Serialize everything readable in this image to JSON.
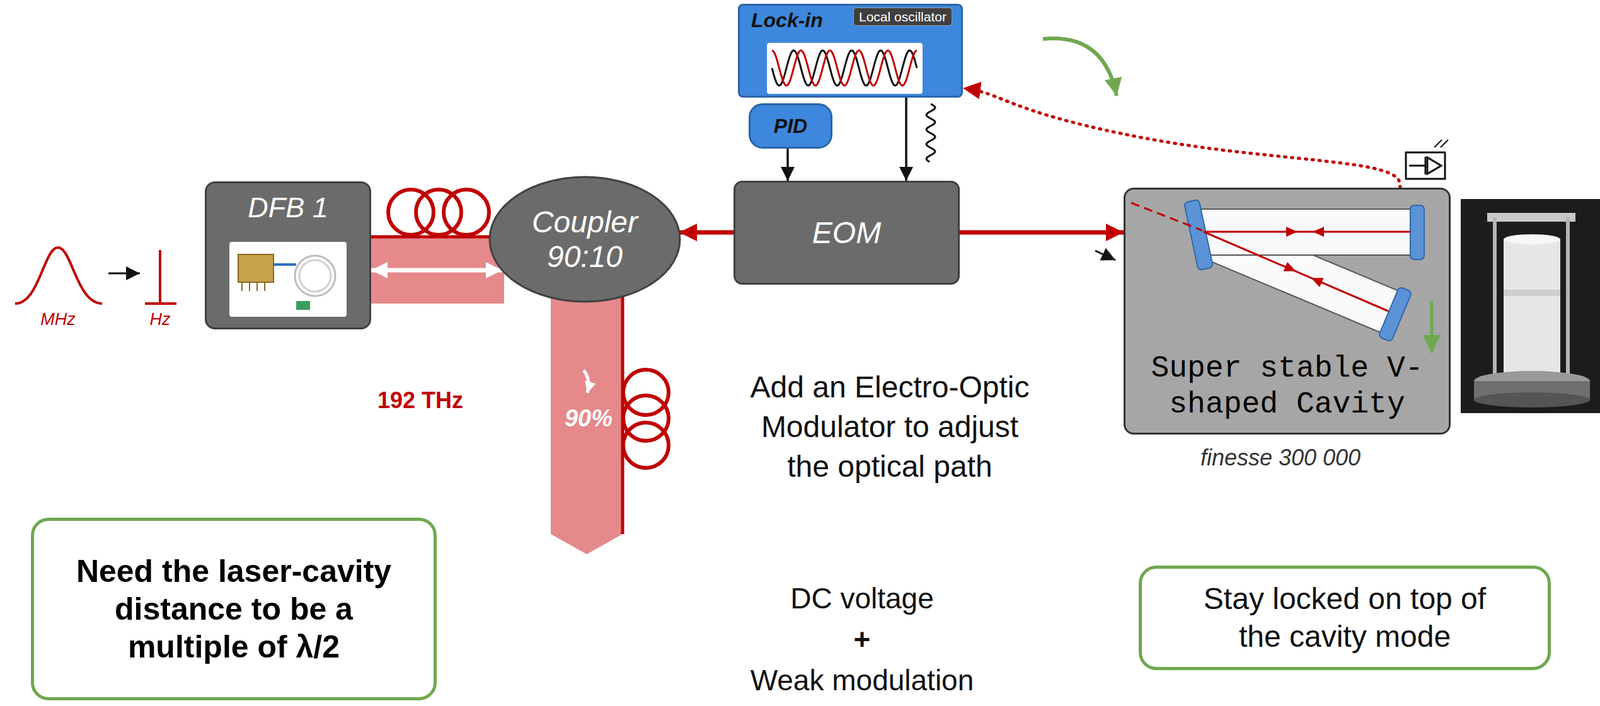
{
  "diagram": {
    "nodes": [
      {
        "text": [
          "Lock-in"
        ]
      },
      {
        "text": [
          "Local oscillator"
        ],
        "in": 0
      },
      {
        "text": [
          "PID"
        ]
      },
      {
        "text": [
          "DFB 1"
        ]
      },
      {
        "text": [
          "Coupler 90:10"
        ]
      },
      {
        "text": [
          "EOM"
        ]
      },
      {
        "text": [
          "Super stable V-shaped Cavity"
        ]
      },
      {
        "text": [
          "Need the laser-cavity distance to be a multiple of λ/2"
        ]
      },
      {
        "text": [
          "Stay locked on top of the cavity mode"
        ]
      }
    ],
    "edges": [
      {
        "from": 3,
        "to": 4,
        "arrow": "both"
      },
      {
        "from": 5,
        "to": 4,
        "arrow": "to"
      },
      {
        "from": 5,
        "to": 6,
        "arrow": "to"
      },
      {
        "from": 2,
        "to": 5,
        "arrow": "to"
      },
      {
        "from": 0,
        "to": 5,
        "arrow": "to"
      },
      {
        "from": 6,
        "to": 0,
        "arrow": "to"
      }
    ],
    "labels": [
      "MHz",
      "Hz",
      "192 THz",
      "90%",
      "Add an Electro-Optic Modulator to adjust the optical path",
      "DC voltage",
      "+",
      "Weak modulation",
      "finesse 300 000"
    ]
  }
}
